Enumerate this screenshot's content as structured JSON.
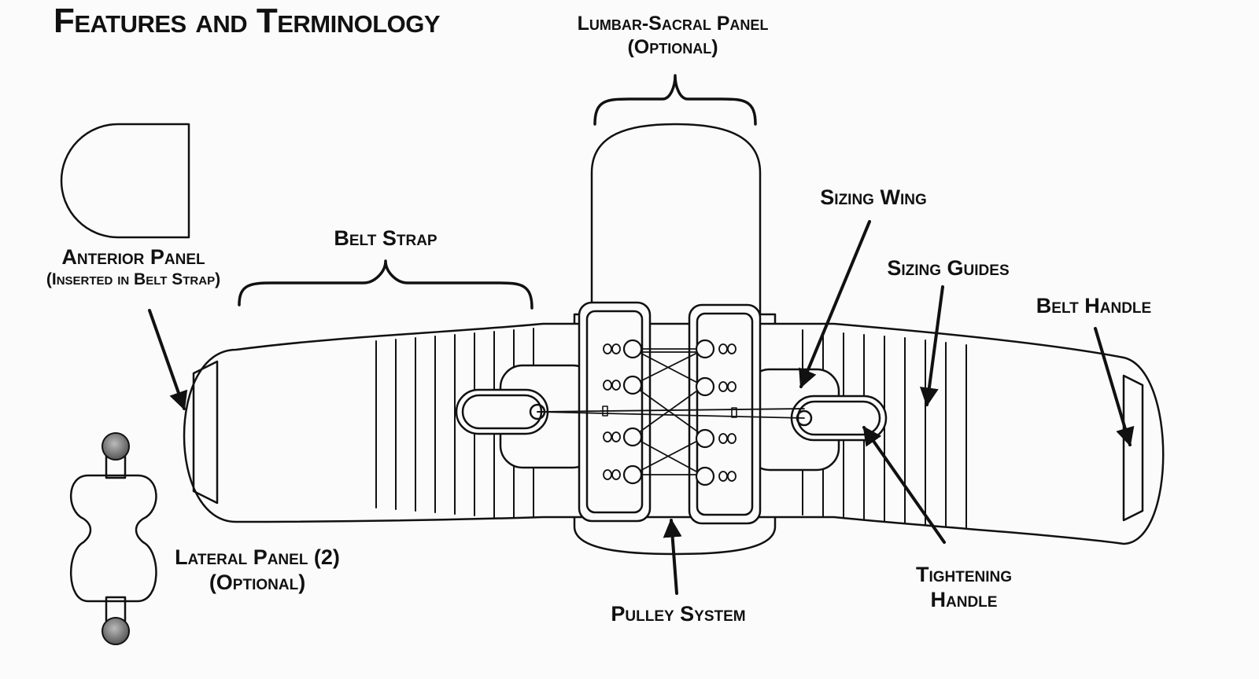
{
  "title": "Features and Terminology",
  "labels": {
    "lumbar_sacral_panel": {
      "line1": "Lumbar-Sacral Panel",
      "line2": "(Optional)"
    },
    "anterior_panel": {
      "line1": "Anterior Panel",
      "line2": "(Inserted in Belt Strap)"
    },
    "belt_strap": "Belt Strap",
    "sizing_wing": "Sizing Wing",
    "sizing_guides": "Sizing Guides",
    "belt_handle": "Belt Handle",
    "lateral_panel": {
      "line1": "Lateral Panel (2)",
      "line2": "(Optional)"
    },
    "pulley_system": "Pulley System",
    "tightening_handle": {
      "line1": "Tightening",
      "line2": "Handle"
    }
  }
}
